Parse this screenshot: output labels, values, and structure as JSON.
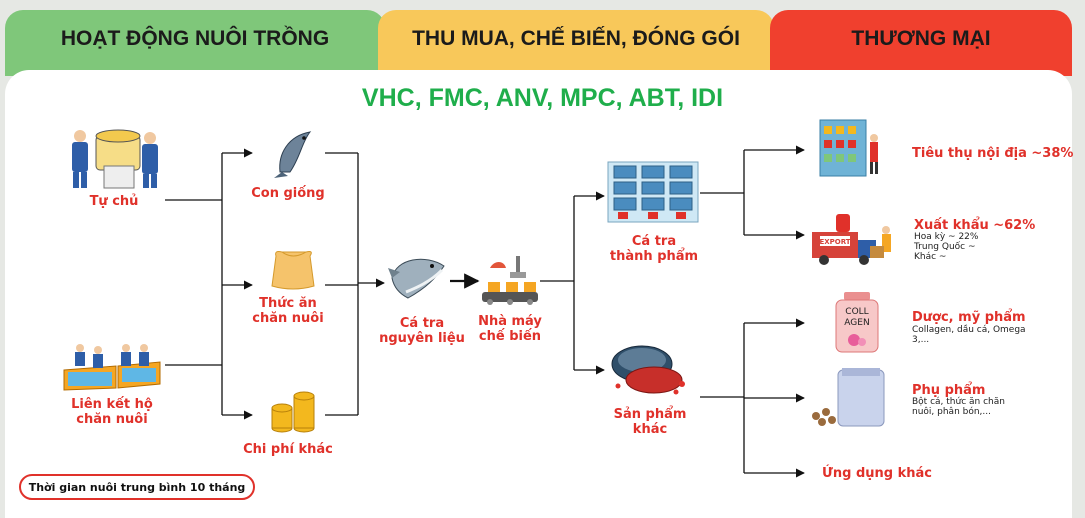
{
  "tabs": {
    "farming": "HOẠT ĐỘNG NUÔI TRỒNG",
    "processing": "THU MUA, CHẾ BIẾN, ĐÓNG GÓI",
    "trade": "THƯƠNG MẠI"
  },
  "headline": "VHC, FMC, ANV, MPC, ABT, IDI",
  "sources": {
    "self": "Tự chủ",
    "link_line1": "Liên kết hộ",
    "link_line2": "chăn nuôi"
  },
  "inputs": {
    "fry": "Con giống",
    "feed_line1": "Thức ăn",
    "feed_line2": "chăn nuôi",
    "other_cost": "Chi phí khác"
  },
  "raw": {
    "line1": "Cá tra",
    "line2": "nguyên liệu"
  },
  "plant": {
    "line1": "Nhà máy",
    "line2": "chế biến"
  },
  "products": {
    "finished_line1": "Cá tra",
    "finished_line2": "thành phẩm",
    "other_line1": "Sản phẩm",
    "other_line2": "khác"
  },
  "outputs": {
    "domestic": "Tiêu thụ nội địa  ~38%",
    "export": "Xuất khẩu ~62%",
    "export_sub1": "Hoa kỳ ~ 22%",
    "export_sub2": "Trung Quốc ~",
    "export_sub3": "Khác ~",
    "pharma": "Dược, mỹ phẩm",
    "pharma_sub1": "Collagen, dầu cá, Omega",
    "pharma_sub2": "3,...",
    "byproduct": "Phụ phẩm",
    "byproduct_sub1": "Bột cá, thức ăn chăn",
    "byproduct_sub2": "nuôi, phân bón,...",
    "other_use": "Ứng dụng khác"
  },
  "jar_text": {
    "line1": "COLL",
    "line2": "AGEN"
  },
  "export_sign": "EXPORT",
  "footnote": "Thời gian nuôi trung bình 10 tháng",
  "colors": {
    "green": "#1fae4b",
    "red": "#e0312a",
    "yellow": "#f8c85a",
    "tab_green": "#7fc77a",
    "tab_red": "#f0402e"
  }
}
